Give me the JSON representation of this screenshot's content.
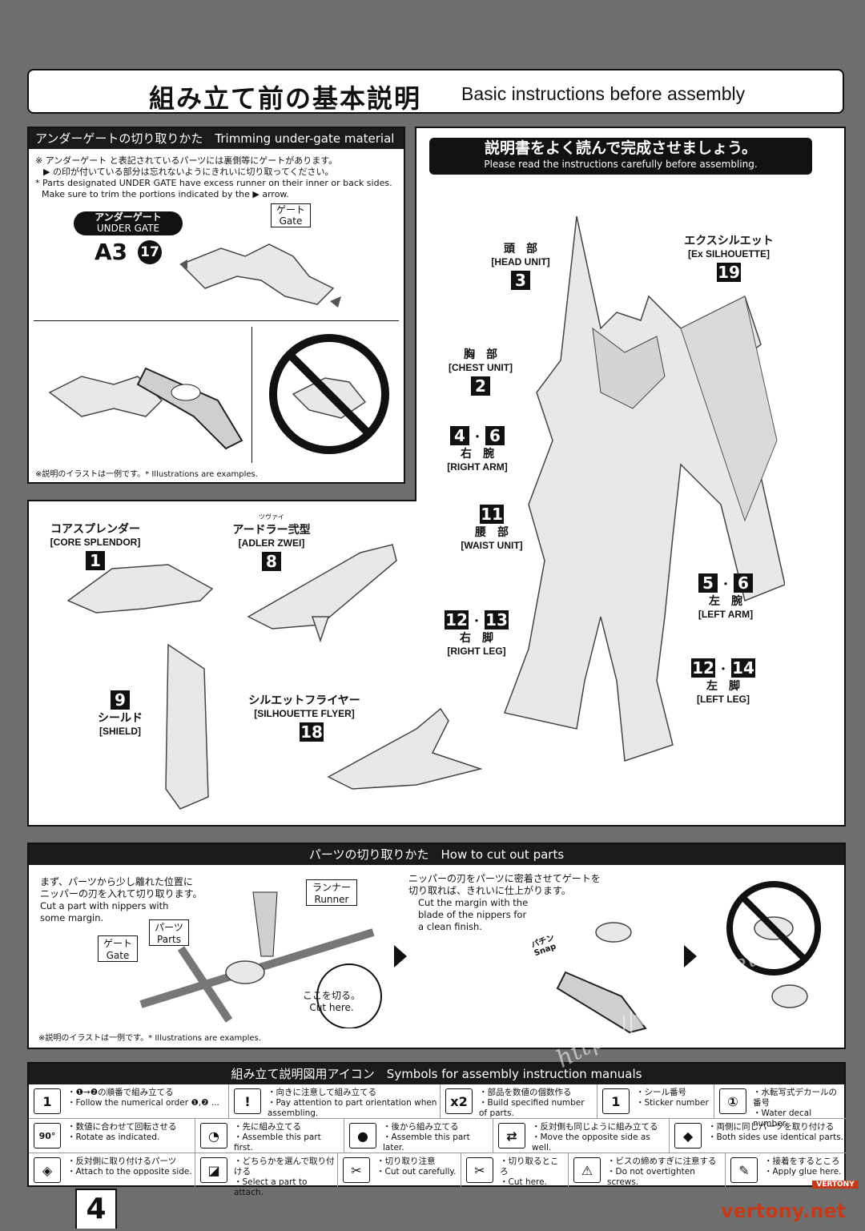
{
  "header": {
    "title_jp": "組み立て前の基本説明",
    "title_en": "Basic instructions before assembly"
  },
  "trim": {
    "title": "アンダーゲートの切り取りかた　Trimming under-gate material",
    "note_jp_1": "※ アンダーゲート と表記されているパーツには裏側等にゲートがあります。",
    "note_jp_2": "▶ の印が付いている部分は忘れないようにきれいに切り取ってください。",
    "note_en_1": "* Parts designated UNDER GATE have excess runner on their inner or back sides.",
    "note_en_2": "Make sure to trim the portions indicated by the ▶ arrow.",
    "badge_jp": "アンダーゲート",
    "badge_en": "UNDER GATE",
    "part_code": "A3",
    "part_num": "17",
    "gate_jp": "ゲート",
    "gate_en": "Gate",
    "footnote": "※説明のイラストは一例です。* Illustrations are examples."
  },
  "read": {
    "title_jp": "説明書をよく読んで完成させましょう。",
    "title_en": "Please read the instructions carefully before assembling."
  },
  "parts": [
    {
      "jp": "頭　部",
      "en": "[HEAD UNIT]",
      "nums": [
        "3"
      ]
    },
    {
      "jp": "エクスシルエット",
      "en": "[Ex SILHOUETTE]",
      "nums": [
        "19"
      ]
    },
    {
      "jp": "胸　部",
      "en": "[CHEST UNIT]",
      "nums": [
        "2"
      ]
    },
    {
      "jp": "右　腕",
      "en": "[RIGHT ARM]",
      "nums": [
        "4",
        "6"
      ]
    },
    {
      "jp": "腰　部",
      "en": "[WAIST UNIT]",
      "nums": [
        "11"
      ]
    },
    {
      "jp": "左　腕",
      "en": "[LEFT ARM]",
      "nums": [
        "5",
        "6"
      ]
    },
    {
      "jp": "右　脚",
      "en": "[RIGHT LEG]",
      "nums": [
        "12",
        "13"
      ]
    },
    {
      "jp": "左　脚",
      "en": "[LEFT LEG]",
      "nums": [
        "12",
        "14"
      ]
    },
    {
      "jp": "コアスプレンダー",
      "en": "[CORE SPLENDOR]",
      "nums": [
        "1"
      ]
    },
    {
      "jp": "アードラー弐型",
      "en": "[ADLER ZWEI]",
      "nums": [
        "8"
      ],
      "ruby": "ツヴァイ"
    },
    {
      "jp": "シールド",
      "en": "[SHIELD]",
      "nums": [
        "9"
      ]
    },
    {
      "jp": "シルエットフライヤー",
      "en": "[SILHOUETTE FLYER]",
      "nums": [
        "18"
      ]
    }
  ],
  "cut": {
    "title": "パーツの切り取りかた　How to cut out parts",
    "step1_jp_1": "まず、パーツから少し離れた位置に",
    "step1_jp_2": "ニッパーの刃を入れて切り取ります。",
    "step1_en_1": "Cut a part with nippers with",
    "step1_en_2": "some margin.",
    "runner_jp": "ランナー",
    "runner_en": "Runner",
    "parts_jp": "パーツ",
    "parts_en": "Parts",
    "gate_jp": "ゲート",
    "gate_en": "Gate",
    "here_jp": "ここを切る。",
    "here_en": "Cut here.",
    "step2_jp_1": "ニッパーの刃をパーツに密着させてゲートを",
    "step2_jp_2": "切り取れば、きれいに仕上がります。",
    "step2_en_1": "Cut the margin with the",
    "step2_en_2": "blade of the nippers for",
    "step2_en_3": "a clean finish.",
    "snap_jp": "パチン",
    "snap_en": "Snap",
    "footnote": "※説明のイラストは一例です。* Illustrations are examples."
  },
  "symbols": {
    "title": "組み立て説明図用アイコン　Symbols for assembly instruction manuals",
    "rows": [
      [
        {
          "icon": "1",
          "jp": "・❶→❷の順番で組み立てる",
          "en": "・Follow the numerical order ❶,❷ ..."
        },
        {
          "icon": "!",
          "jp": "・向きに注意して組み立てる",
          "en": "・Pay attention to part orientation when assembling."
        },
        {
          "icon": "x2",
          "jp": "・部品を数値の個数作る",
          "en": "・Build specified number of parts."
        },
        {
          "icon": "1",
          "jp": "・シール番号",
          "en": "・Sticker number"
        },
        {
          "icon": "①",
          "jp": "・水転写式デカールの番号",
          "en": "・Water decal number"
        }
      ],
      [
        {
          "icon": "90°",
          "jp": "・数値に合わせて回転させる",
          "en": "・Rotate as indicated."
        },
        {
          "icon": "◔",
          "jp": "・先に組み立てる",
          "en": "・Assemble this part first."
        },
        {
          "icon": "●",
          "jp": "・後から組み立てる",
          "en": "・Assemble this part later."
        },
        {
          "icon": "⇄",
          "jp": "・反対側も同じように組み立てる",
          "en": "・Move the opposite side as well."
        },
        {
          "icon": "◆",
          "jp": "・両側に同じパーツを取り付ける",
          "en": "・Both sides use identical parts."
        }
      ],
      [
        {
          "icon": "◈",
          "jp": "・反対側に取り付けるパーツ",
          "en": "・Attach to the opposite side."
        },
        {
          "icon": "◪",
          "jp": "・どちらかを選んで取り付ける",
          "en": "・Select a part to attach."
        },
        {
          "icon": "✂",
          "jp": "・切り取り注意",
          "en": "・Cut out carefully."
        },
        {
          "icon": "✂",
          "jp": "・切り取るところ",
          "en": "・Cut here."
        },
        {
          "icon": "⚠",
          "jp": "・ビスの締めすぎに注意する",
          "en": "・Do not overtighten screws."
        },
        {
          "icon": "✎",
          "jp": "・接着をするところ",
          "en": "・Apply glue here."
        }
      ]
    ]
  },
  "page_number": "4",
  "watermark": "https://vertony.net/",
  "brand_top": "VERTONY",
  "brand": "vertony.net"
}
